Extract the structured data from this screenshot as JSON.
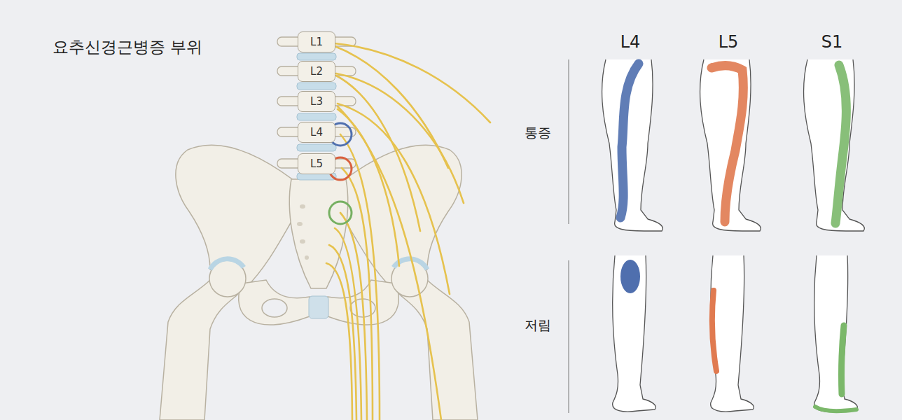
{
  "diagram": {
    "title": "요추신경근병증 부위",
    "nodes": [
      {
        "text": [
          "L1"
        ]
      },
      {
        "text": [
          "L2"
        ]
      },
      {
        "text": [
          "L3"
        ]
      },
      {
        "text": [
          "L4"
        ]
      },
      {
        "text": [
          "L5"
        ]
      }
    ],
    "labels": [
      "L4",
      "L5",
      "S1",
      "통증",
      "저림"
    ]
  }
}
